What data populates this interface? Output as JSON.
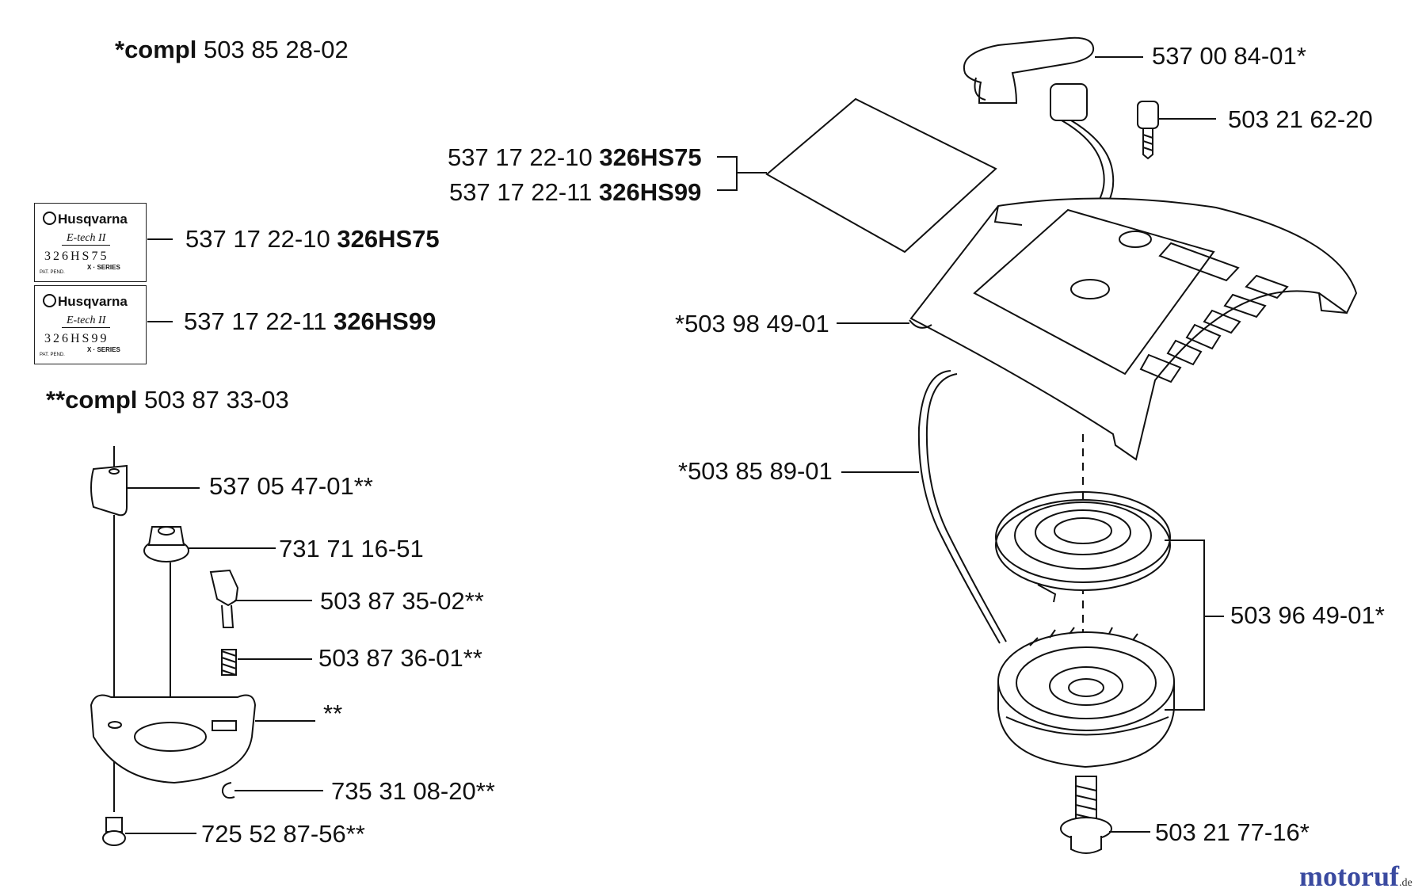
{
  "headers": {
    "compl1": {
      "prefix": "*compl",
      "number": "503 85 28-02"
    },
    "compl2": {
      "prefix": "**compl",
      "number": "503 87 33-03"
    }
  },
  "decals": [
    {
      "brand": "Husqvarna",
      "line": "E-tech II",
      "model": "326HS75",
      "series": "X · SERIES",
      "pat": "PAT. PEND."
    },
    {
      "brand": "Husqvarna",
      "line": "E-tech II",
      "model": "326HS99",
      "series": "X · SERIES",
      "pat": "PAT. PEND."
    }
  ],
  "parts": {
    "decal_75": {
      "number": "537 17 22-10",
      "model": "326HS75"
    },
    "decal_99": {
      "number": "537 17 22-11",
      "model": "326HS99"
    },
    "sheet_75": {
      "number": "537 17 22-10",
      "model": "326HS75"
    },
    "sheet_99": {
      "number": "537 17 22-11",
      "model": "326HS99"
    },
    "handle": "537 00 84-01*",
    "screw_top": "503 21 62-20",
    "housing": "*503 98 49-01",
    "cord": "*503 85 89-01",
    "spring_pulley": "503 96 49-01*",
    "bolt": "503 21 77-16*",
    "pawl": "537 05 47-01**",
    "nut": "731 71 16-51",
    "lever": "503 87 35-02**",
    "spring_small": "503 87 36-01**",
    "bracket": "**",
    "clip": "735 31 08-20**",
    "screw_small": "725 52 87-56**"
  },
  "watermark": {
    "text": "motoruf",
    "suffix": ".de"
  }
}
